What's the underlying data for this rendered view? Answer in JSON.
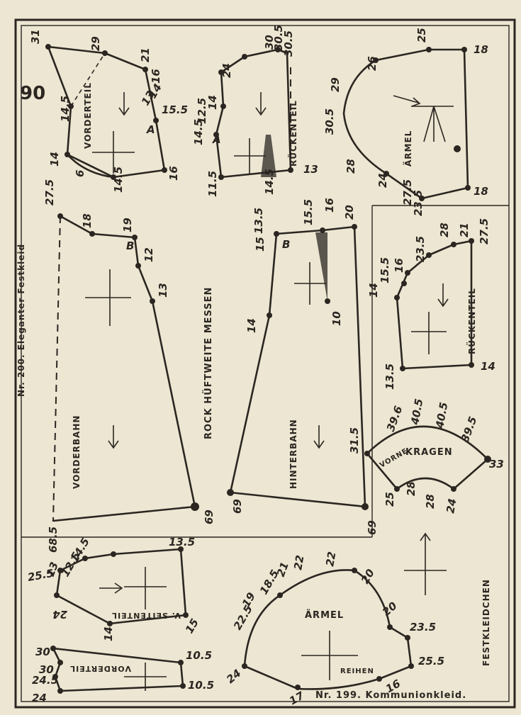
{
  "page_number": "90",
  "header_left": "Nr. 200. Eleganter Festkleid",
  "footer_right": "Nr. 199. Kommunionkleid.",
  "corner_label": "FESTKLEIDCHEN",
  "labels": {
    "vorderteil_top": "VORDERTEIL",
    "rueckenteil_top": "RÜCKENTEIL",
    "aermel_top": "ÄRMEL",
    "rock_hueftweite": "ROCK HÜFTWEITE MESSEN",
    "vorderbahn": "VORDERBAHN",
    "hinterbahn": "HINTERBAHN",
    "rueckenteil_right": "RÜCKENTEIL",
    "kragen": "KRAGEN",
    "vorne": "VORNE",
    "seitenteil": "V. SEITENTEIL",
    "vorderteil_bottom": "VORDERTEIL",
    "aermel_bottom": "ÄRMEL",
    "reihen": "REIHEN",
    "point_a1": "A",
    "point_a2": "A",
    "point_b1": "B",
    "point_b2": "B"
  },
  "measure": {
    "vt": [
      "31",
      "29",
      "21",
      "16",
      "14",
      "13",
      "15.5",
      "14.5",
      "6",
      "14.5",
      "16",
      "14"
    ],
    "rt": [
      "24",
      "30",
      "30.5",
      "30.5",
      "14",
      "12.5",
      "14.5",
      "13",
      "14.5",
      "11.5"
    ],
    "ae": [
      "25",
      "18",
      "26",
      "29",
      "30.5",
      "28",
      "24",
      "23.5",
      "27.5",
      "18"
    ],
    "vb": [
      "27.5",
      "18",
      "19",
      "12",
      "13",
      "69",
      "68.5"
    ],
    "hb": [
      "13.5",
      "15",
      "15.5",
      "16",
      "20",
      "10",
      "14",
      "69",
      "69"
    ],
    "rr": [
      "28",
      "21",
      "27.5",
      "23.5",
      "16",
      "15.5",
      "14",
      "13.5",
      "14"
    ],
    "kr": [
      "39.6",
      "40.5",
      "40.5",
      "39.5",
      "33",
      "31.5",
      "25",
      "28",
      "28",
      "24"
    ],
    "st": [
      "13.5",
      "14.5",
      "12.5",
      "13",
      "25.5",
      "24",
      "14",
      "15"
    ],
    "vo": [
      "30",
      "24.5",
      "30",
      "24",
      "10.5",
      "10.5"
    ],
    "ab": [
      "21",
      "22",
      "22",
      "20",
      "18.5",
      "19",
      "22.5",
      "20",
      "23.5",
      "25.5",
      "16",
      "17",
      "24"
    ]
  }
}
